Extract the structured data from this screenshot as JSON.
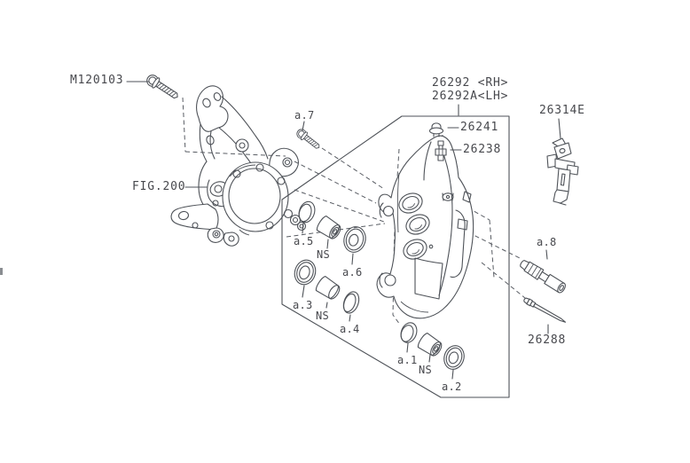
{
  "diagram_title": "Brake caliper parts diagram",
  "colors": {
    "background": "#ffffff",
    "line": "#4e5258",
    "text": "#47484d"
  },
  "labels": {
    "m120103": "M120103",
    "fig200": "FIG.200",
    "caliper_rh": "26292 <RH>",
    "caliper_lh": "26292A<LH>",
    "p26241": "26241",
    "p26238": "26238",
    "p26314e": "26314E",
    "p26288": "26288"
  },
  "callouts": {
    "a1": "a.1",
    "a2": "a.2",
    "a3": "a.3",
    "a4": "a.4",
    "a5": "a.5",
    "a6": "a.6",
    "a7": "a.7",
    "a8": "a.8"
  },
  "ns": {
    "n1": "NS",
    "n2": "NS",
    "n3": "NS"
  }
}
